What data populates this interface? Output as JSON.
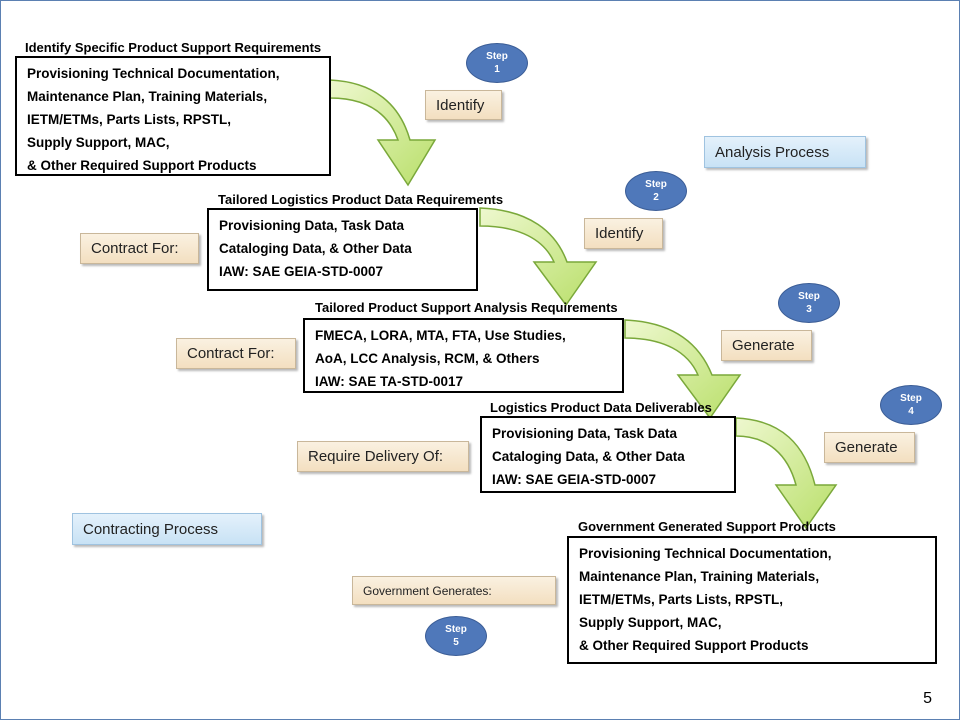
{
  "step1": {
    "title": "Identify Specific Product Support Requirements",
    "lines": [
      "Provisioning Technical Documentation,",
      "Maintenance Plan, Training Materials,",
      "IETM/ETMs, Parts Lists, RPSTL,",
      "Supply Support, MAC,",
      "& Other Required Support Products"
    ],
    "action": "Identify",
    "badge": [
      "Step",
      "1"
    ]
  },
  "step2": {
    "title": "Tailored Logistics Product Data Requirements",
    "lines": [
      "Provisioning Data, Task Data",
      "Cataloging Data, & Other Data",
      "IAW: SAE GEIA-STD-0007"
    ],
    "action": "Identify",
    "label": "Contract For:",
    "badge": [
      "Step",
      "2"
    ]
  },
  "step3": {
    "title": "Tailored Product Support Analysis Requirements",
    "lines": [
      "FMECA, LORA, MTA, FTA, Use Studies,",
      "AoA, LCC Analysis, RCM, & Others",
      "IAW: SAE TA-STD-0017"
    ],
    "action": "Generate",
    "label": "Contract For:",
    "badge": [
      "Step",
      "3"
    ]
  },
  "step4": {
    "title": "Logistics Product Data Deliverables",
    "lines": [
      "Provisioning Data, Task Data",
      "Cataloging Data, & Other Data",
      "IAW: SAE GEIA-STD-0007"
    ],
    "action": "Generate",
    "label": "Require Delivery Of:",
    "badge": [
      "Step",
      "4"
    ]
  },
  "step5": {
    "title": "Government Generated Support Products",
    "lines": [
      "Provisioning Technical Documentation,",
      "Maintenance Plan, Training Materials,",
      "IETM/ETMs, Parts Lists, RPSTL,",
      "Supply Support, MAC,",
      "& Other Required Support Products"
    ],
    "label": "Government Generates:",
    "badge": [
      "Step",
      "5"
    ]
  },
  "analysis_label": "Analysis Process",
  "contracting_label": "Contracting Process",
  "page_number": "5",
  "colors": {
    "arrow_fill": "#c6e87e",
    "arrow_stroke": "#7aa83a",
    "step_badge": "#4f78ba",
    "process_label": "#d4e8f8",
    "action_label": "#f6e6cb"
  }
}
